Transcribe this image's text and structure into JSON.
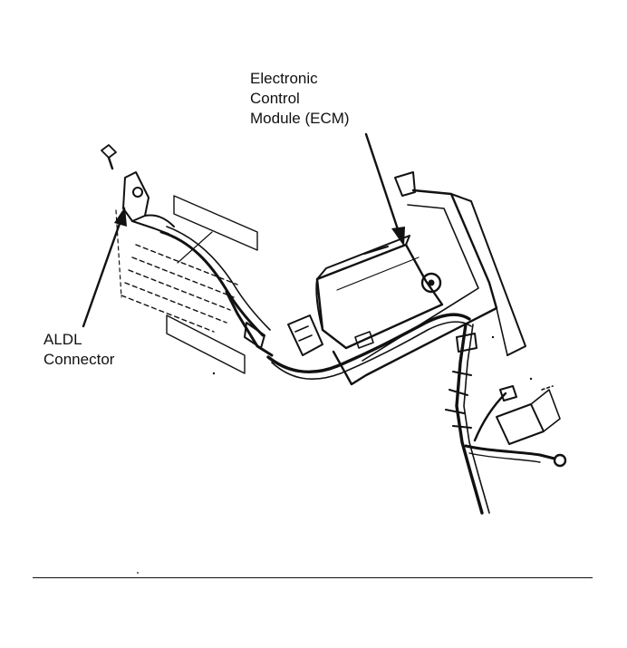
{
  "diagram": {
    "labels": {
      "ecm": [
        "Electronic",
        "Control",
        "Module (ECM)"
      ],
      "aldl": [
        "ALDL",
        "Connector"
      ]
    },
    "colors": {
      "ink": "#111111",
      "paper": "#ffffff"
    }
  }
}
